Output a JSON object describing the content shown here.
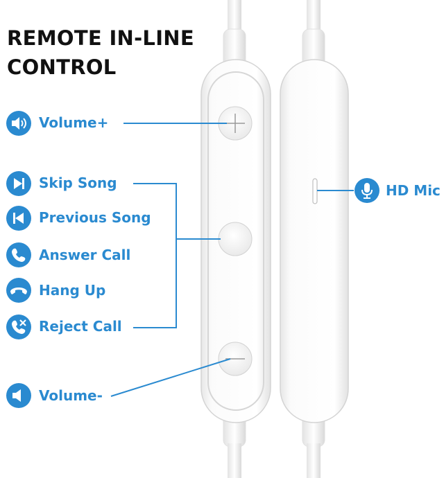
{
  "title": {
    "line1": "REMOTE IN-LINE",
    "line2": "CONTROL"
  },
  "labels": {
    "volume_up": "Volume+",
    "skip_song": "Skip Song",
    "previous_song": "Previous Song",
    "answer_call": "Answer Call",
    "hang_up": "Hang Up",
    "reject_call": "Reject Call",
    "volume_down": "Volume-",
    "hd_mic": "HD Mic"
  },
  "colors": {
    "accent": "#2a8ad0",
    "title": "#111111"
  },
  "icons": [
    "speaker-loud-icon",
    "skip-next-icon",
    "skip-previous-icon",
    "phone-icon",
    "hang-up-icon",
    "reject-call-icon",
    "speaker-low-icon",
    "microphone-icon"
  ]
}
